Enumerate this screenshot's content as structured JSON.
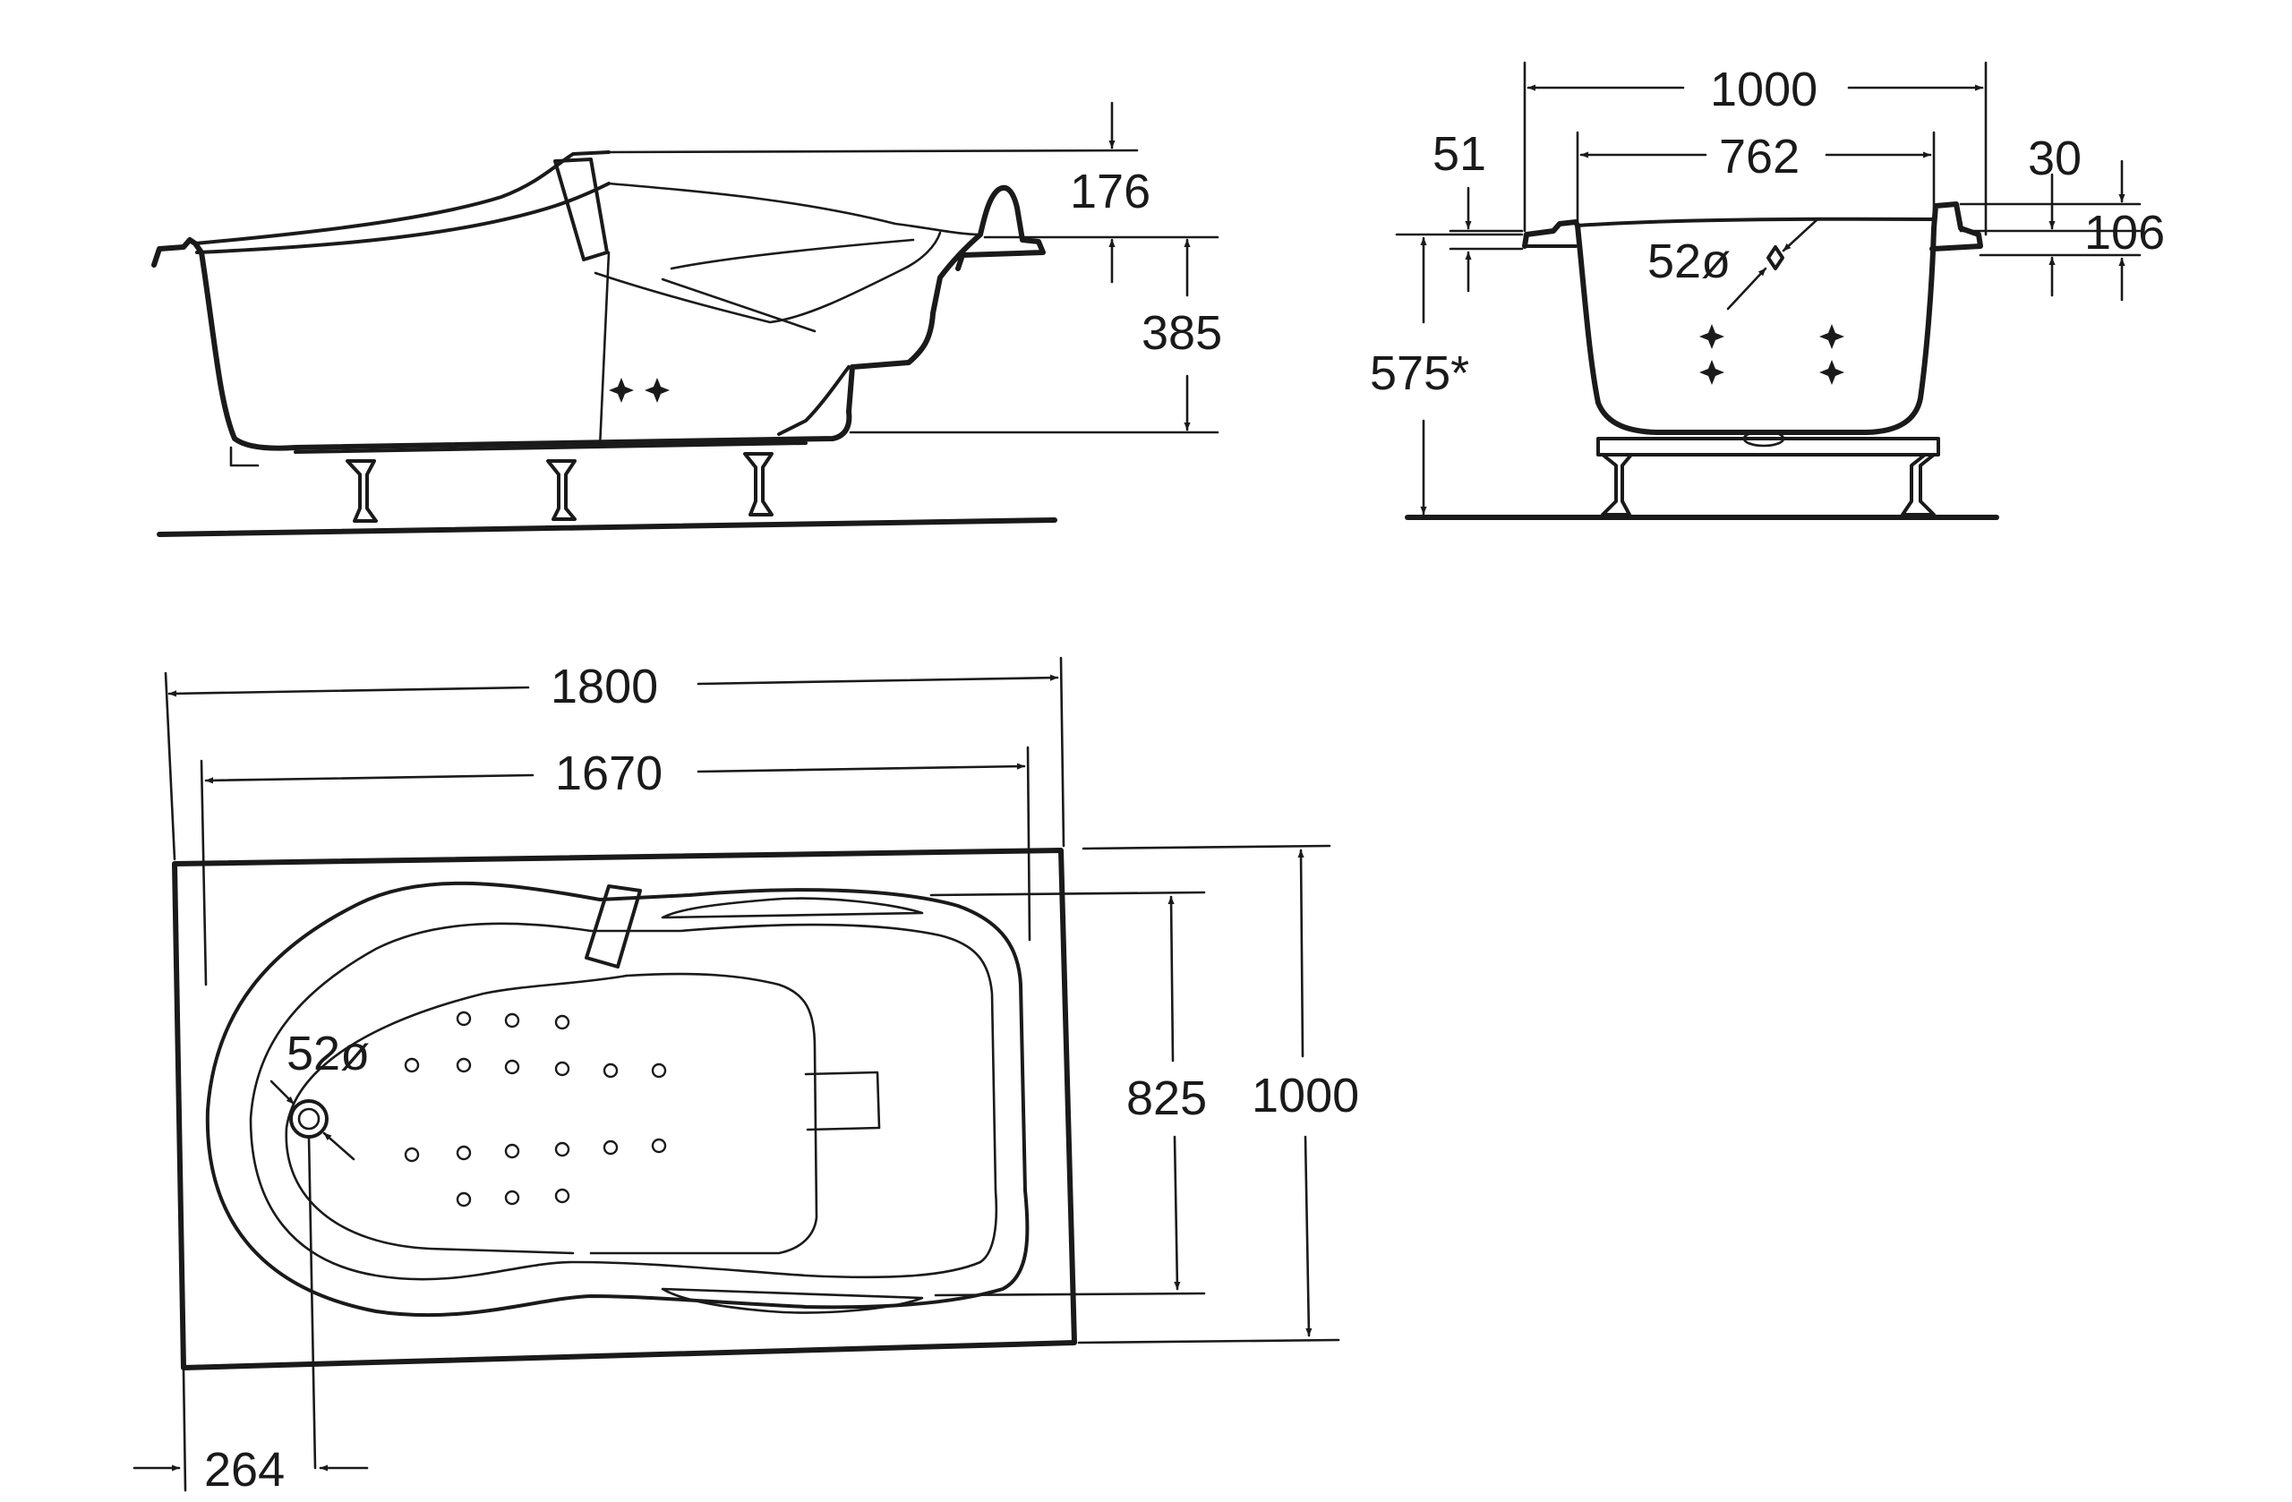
{
  "side_view": {
    "labels": {
      "rim_height": "176",
      "depth": "385"
    }
  },
  "end_view": {
    "labels": {
      "outer_width": "1000",
      "inner_width": "762",
      "rim_offset": "51",
      "rim_thickness": "30",
      "rim_depth": "106",
      "drain_diameter": "52ø",
      "overall_height": "575*"
    }
  },
  "plan_view": {
    "labels": {
      "outer_length": "1800",
      "inner_length": "1670",
      "inner_width": "825",
      "outer_width": "1000",
      "drain_diameter": "52ø",
      "drain_offset": "264"
    }
  }
}
